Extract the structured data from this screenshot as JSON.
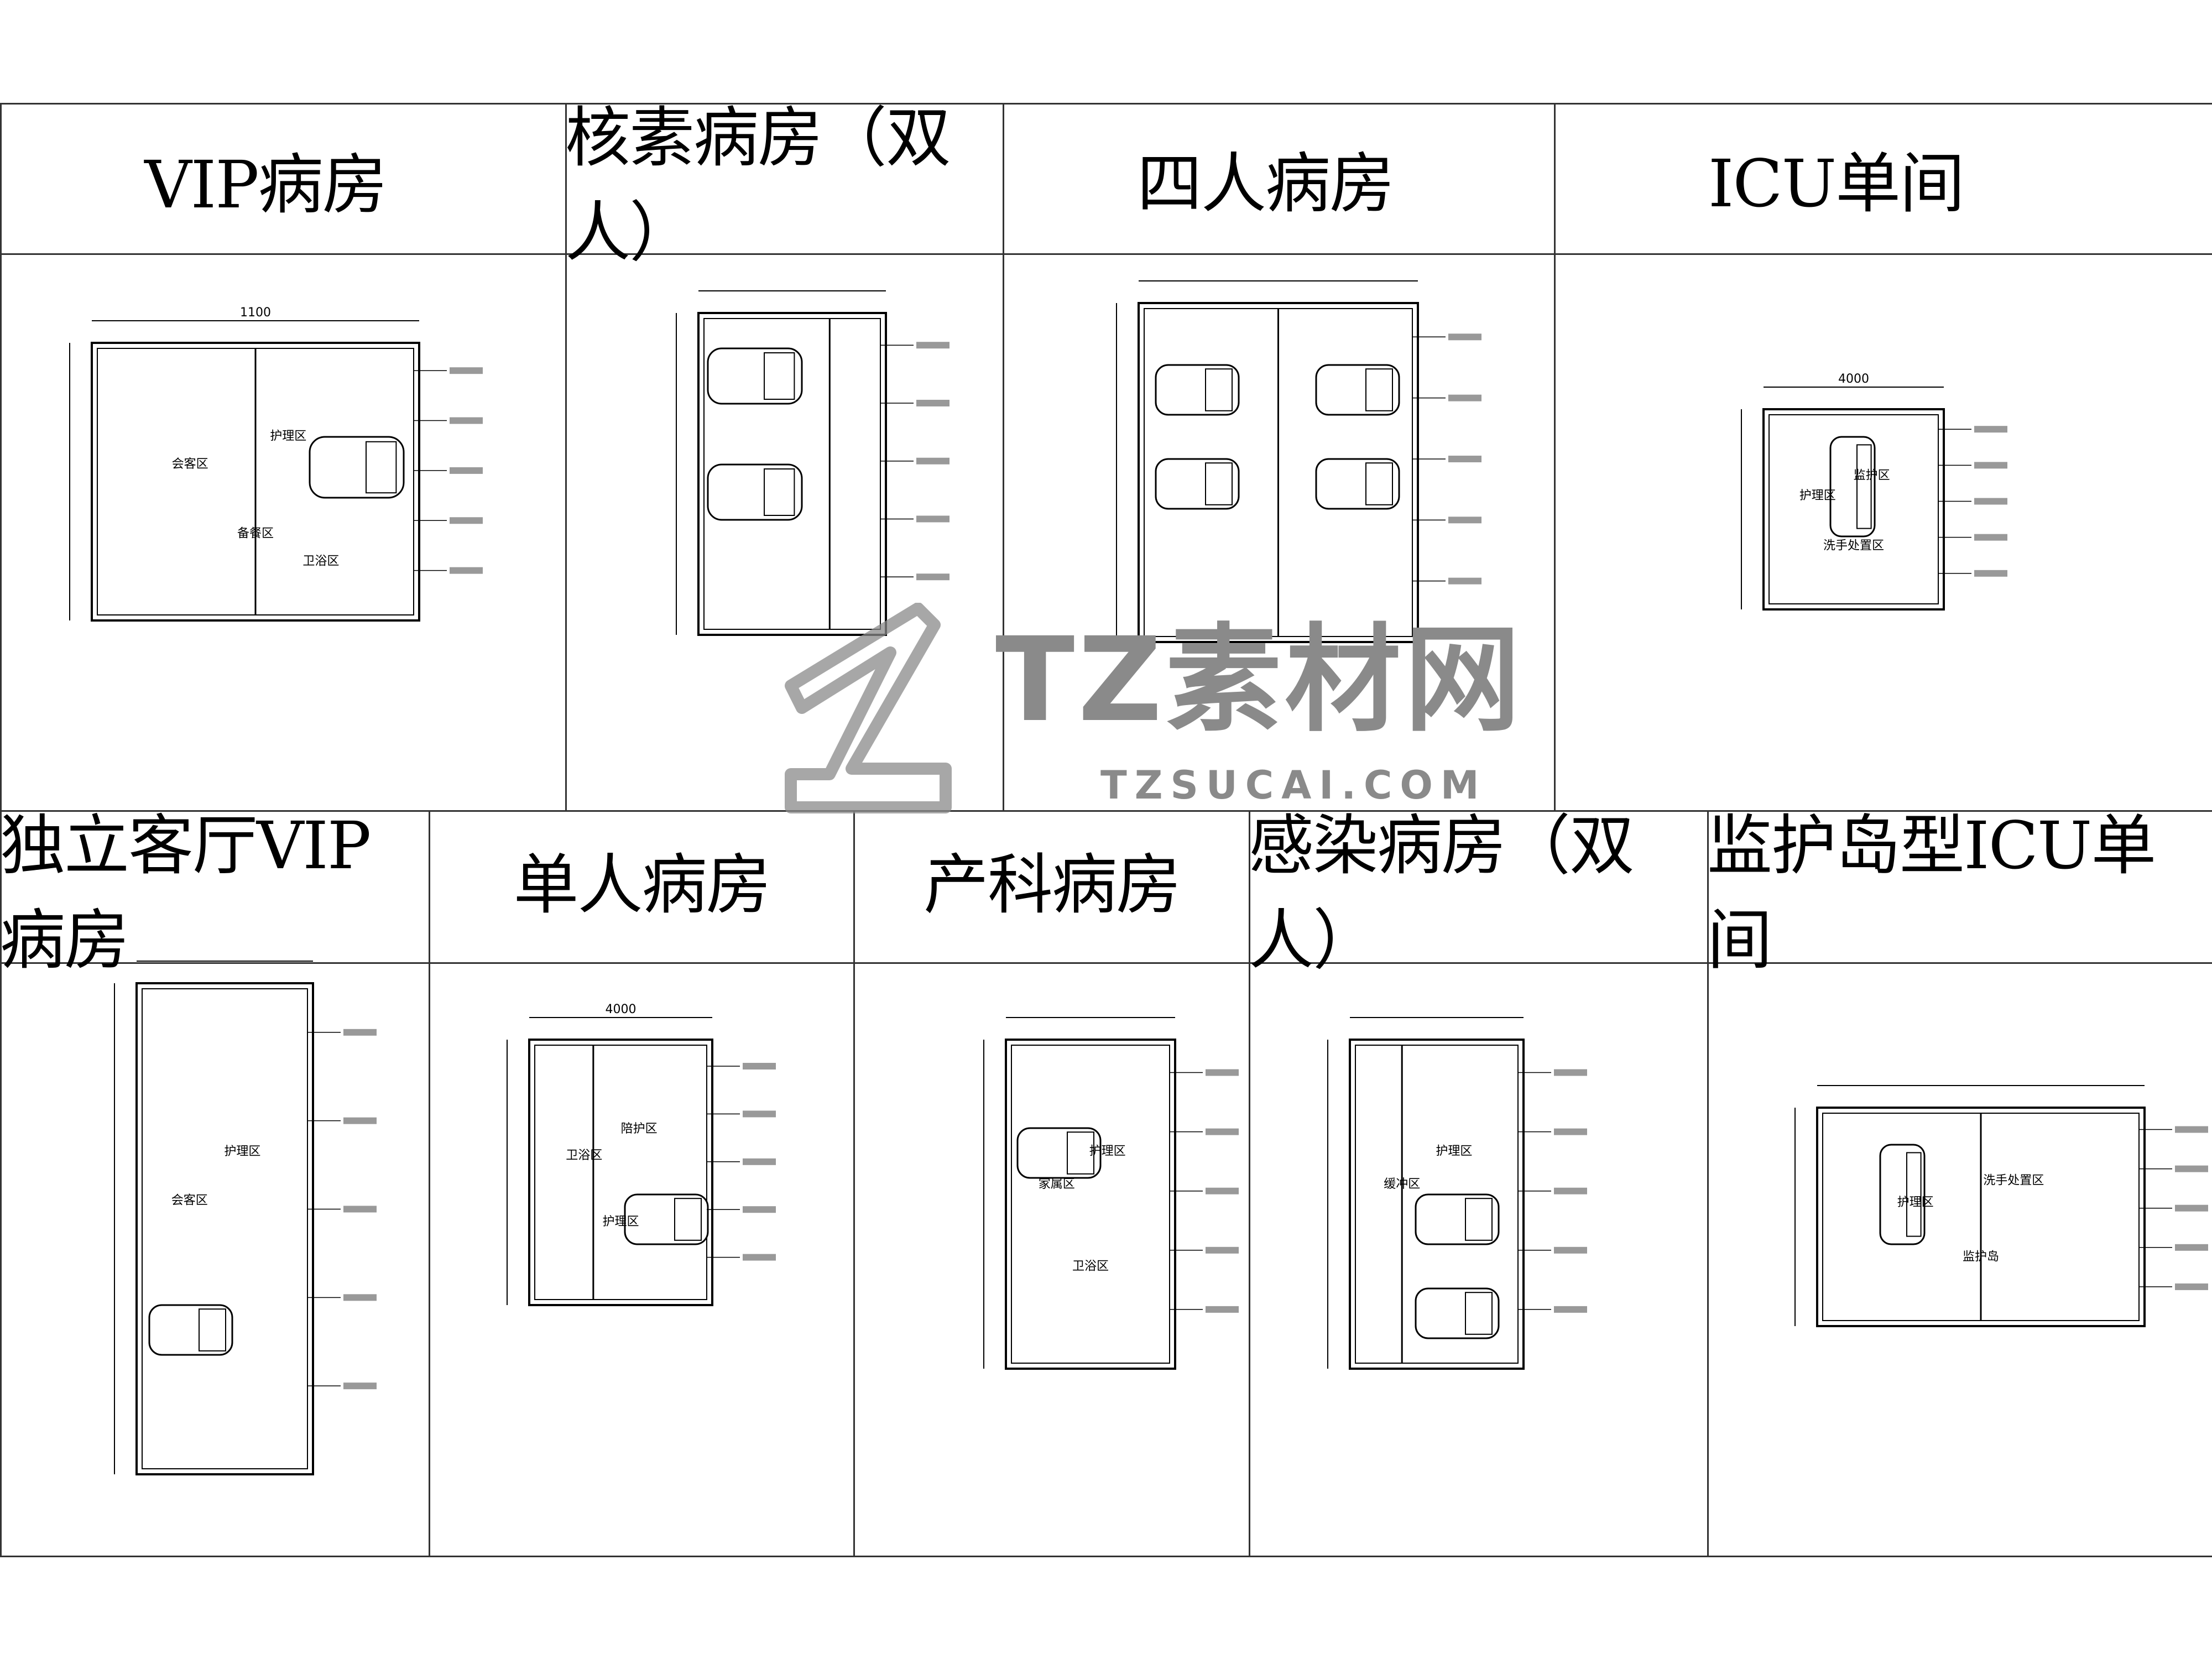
{
  "rows": [
    {
      "cells": [
        {
          "title": "VIP病房",
          "rooms": [
            "会客区",
            "护理区",
            "备餐区",
            "卫浴区"
          ],
          "dimension": "1100"
        },
        {
          "title": "核素病房（双人）",
          "rooms": [],
          "dimension": ""
        },
        {
          "title": "四人病房",
          "rooms": [],
          "dimension": ""
        },
        {
          "title": "ICU单间",
          "rooms": [
            "护理区",
            "监护区",
            "洗手处置区"
          ],
          "dimension": "4000"
        }
      ]
    },
    {
      "cells": [
        {
          "title": "独立客厅VIP病房",
          "rooms": [
            "会客区",
            "护理区"
          ],
          "dimension": ""
        },
        {
          "title": "单人病房",
          "rooms": [
            "卫浴区",
            "陪护区",
            "护理区"
          ],
          "dimension": "4000"
        },
        {
          "title": "产科病房",
          "rooms": [
            "家属区",
            "护理区",
            "卫浴区"
          ],
          "dimension": ""
        },
        {
          "title": "感染病房（双人）",
          "rooms": [
            "缓冲区",
            "护理区"
          ],
          "dimension": ""
        },
        {
          "title": "监护岛型ICU单间",
          "rooms": [
            "护理区",
            "洗手处置区",
            "监护岛"
          ],
          "dimension": ""
        }
      ]
    }
  ],
  "watermark": {
    "brand": "TZ素材网",
    "url": "TZSUCAI.COM"
  }
}
